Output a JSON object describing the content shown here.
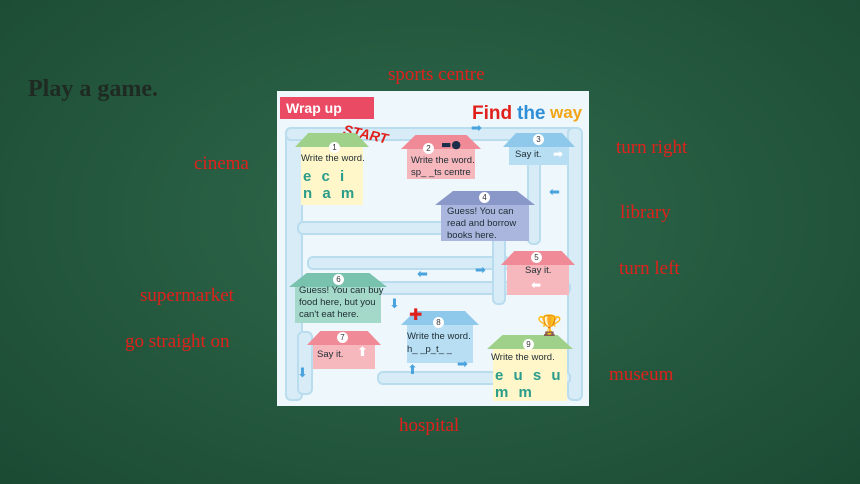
{
  "slide": {
    "title": "Play a game.",
    "answers": {
      "sports_centre": "sports centre",
      "cinema": "cinema",
      "turn_right": "turn right",
      "library": "library",
      "turn_left": "turn left",
      "supermarket": "supermarket",
      "go_straight_on": "go straight on",
      "museum": "museum",
      "hospital": "hospital"
    }
  },
  "board": {
    "header": "Wrap up",
    "find_1": "Find",
    "find_2": "the",
    "find_3": "way",
    "start": "START",
    "houses": [
      {
        "num": "1",
        "text": "Write the word.",
        "letters": "e c i n a m"
      },
      {
        "num": "2",
        "text": "Write the word.",
        "hint": "sp_ _ts centre"
      },
      {
        "num": "3",
        "text": "Say it."
      },
      {
        "num": "4",
        "text": "Guess! You can read and borrow books here."
      },
      {
        "num": "5",
        "text": "Say it."
      },
      {
        "num": "6",
        "text": "Guess! You can buy food here, but you can't eat here."
      },
      {
        "num": "7",
        "text": "Say it."
      },
      {
        "num": "8",
        "text": "Write the word.",
        "hint": "h_ _p_t_ _"
      },
      {
        "num": "9",
        "text": "Write the word.",
        "letters": "e u s u m m"
      }
    ]
  },
  "colors": {
    "background": "#24583e",
    "answer_red": "#e0211b",
    "title_dark": "#1f2a22"
  }
}
